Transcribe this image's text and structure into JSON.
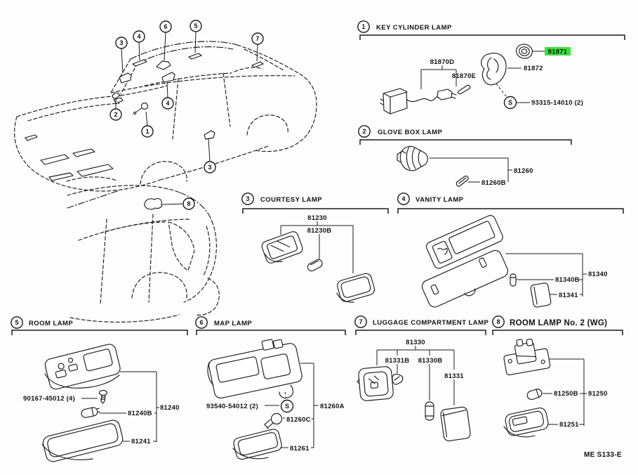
{
  "doc": {
    "code": "ME S133-E",
    "screw_symbol": "S",
    "highlight_color": "#3be13b",
    "highlight_text_color": "#7c2000"
  },
  "callouts": {
    "sedan": [
      "3",
      "4",
      "6",
      "5",
      "7",
      "2",
      "1",
      "4",
      "3"
    ],
    "wagon": [
      "8"
    ]
  },
  "sections": [
    {
      "num": "1",
      "title": "KEY CYLINDER LAMP",
      "parts": {
        "sensor": "81870D",
        "bulb": "81870E",
        "retainer": "81871",
        "housing": "81872",
        "screw": "93315-14010 (2)"
      }
    },
    {
      "num": "2",
      "title": "GLOVE BOX LAMP",
      "parts": {
        "lamp": "81260",
        "bulb": "81260B"
      }
    },
    {
      "num": "3",
      "title": "COURTESY LAMP",
      "parts": {
        "lamp": "81230",
        "bulb": "81230B"
      }
    },
    {
      "num": "4",
      "title": "VANITY LAMP",
      "parts": {
        "lamp": "81340",
        "bulb": "81340B",
        "lens": "81341"
      }
    },
    {
      "num": "5",
      "title": "ROOM LAMP",
      "parts": {
        "screw": "90167-45012 (4)",
        "bulb": "81240B",
        "lamp": "81240",
        "lens": "81241"
      }
    },
    {
      "num": "6",
      "title": "MAP LAMP",
      "parts": {
        "screw": "93540-54012 (2)",
        "lamp": "81260A",
        "bulb": "81260C",
        "lens": "81261"
      }
    },
    {
      "num": "7",
      "title": "LUGGAGE COMPARTMENT LAMP",
      "parts": {
        "lamp": "81330",
        "socket": "81331B",
        "bulb": "81330B",
        "lens": "81331"
      }
    },
    {
      "num": "8",
      "title": "ROOM LAMP No. 2 (WG)",
      "parts": {
        "bulb": "81250B",
        "lamp": "81250",
        "lens": "81251"
      }
    }
  ]
}
